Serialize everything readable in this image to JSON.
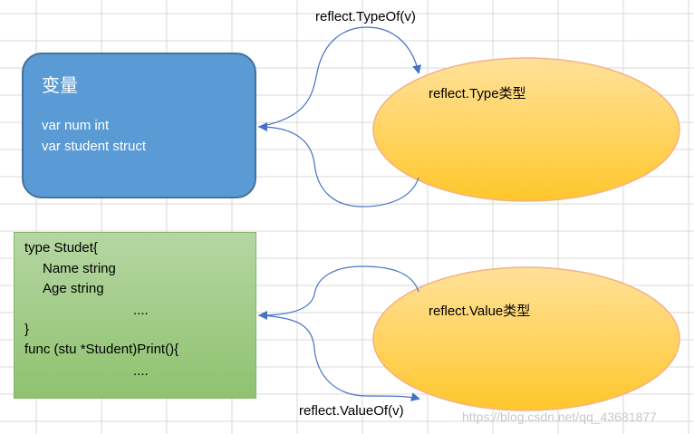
{
  "variable_box": {
    "title": "变量",
    "lines": [
      "var num int",
      "var student struct"
    ]
  },
  "struct_box": {
    "lines": [
      "type Studet{",
      "Name string",
      "Age string",
      "....",
      "}",
      "func (stu *Student)Print(){",
      "...."
    ]
  },
  "type_ellipse": {
    "label": "reflect.Type类型"
  },
  "value_ellipse": {
    "label": "reflect.Value类型"
  },
  "arrows": {
    "typeof_label": "reflect.TypeOf(v)",
    "valueof_label": "reflect.ValueOf(v)"
  },
  "watermark": "https://blog.csdn.net/qq_43681877",
  "colors": {
    "variable_fill": "#5b9bd5",
    "struct_fill": "#a9d18e",
    "ellipse_fill": "#ffd966",
    "arrow": "#4472c4"
  }
}
